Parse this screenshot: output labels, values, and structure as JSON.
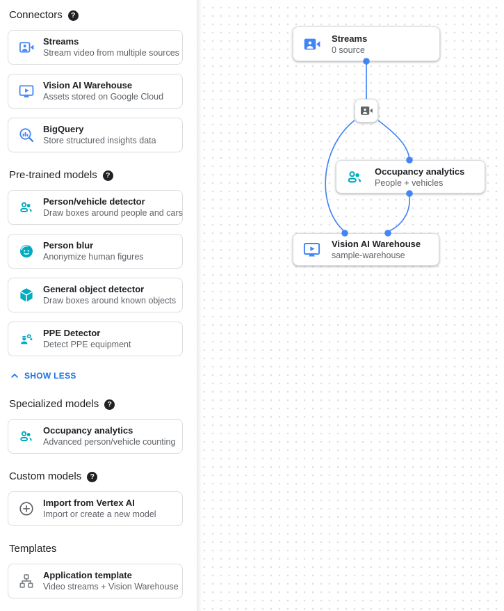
{
  "colors": {
    "accent_blue": "#4285f4",
    "link_blue": "#1a73e8",
    "model_teal": "#00acc1",
    "icon_gray": "#5f6368",
    "title_text": "#202124",
    "secondary_text": "#5f6368",
    "card_border": "#dadce0",
    "canvas_dot": "#dcdcdc"
  },
  "icons": {
    "help_glyph": "?"
  },
  "sidebar": {
    "sections": [
      {
        "title": "Connectors",
        "has_help": true,
        "cards": [
          {
            "icon": "video-camera-icon",
            "title": "Streams",
            "description": "Stream video from multiple sources"
          },
          {
            "icon": "monitor-play-icon",
            "title": "Vision AI Warehouse",
            "description": "Assets stored on Google Cloud"
          },
          {
            "icon": "bigquery-icon",
            "title": "BigQuery",
            "description": "Store structured insights data"
          }
        ]
      },
      {
        "title": "Pre-trained models",
        "has_help": true,
        "cards": [
          {
            "icon": "people-icon",
            "title": "Person/vehicle detector",
            "description": "Draw boxes around people and cars"
          },
          {
            "icon": "face-icon",
            "title": "Person blur",
            "description": "Anonymize human figures"
          },
          {
            "icon": "cube-icon",
            "title": "General object detector",
            "description": "Draw boxes around known objects"
          },
          {
            "icon": "ppe-icon",
            "title": "PPE Detector",
            "description": "Detect PPE equipment"
          }
        ],
        "collapse_link": "SHOW LESS"
      },
      {
        "title": "Specialized models",
        "has_help": true,
        "cards": [
          {
            "icon": "people-icon",
            "title": "Occupancy analytics",
            "description": "Advanced person/vehicle counting"
          }
        ]
      },
      {
        "title": "Custom models",
        "has_help": true,
        "cards": [
          {
            "icon": "add-circle-icon",
            "title": "Import from Vertex AI",
            "description": "Import or create a new model"
          }
        ]
      },
      {
        "title": "Templates",
        "has_help": false,
        "cards": [
          {
            "icon": "app-template-icon",
            "title": "Application template",
            "description": "Video streams + Vision Warehouse"
          }
        ]
      }
    ]
  },
  "canvas": {
    "nodes": {
      "streams": {
        "title": "Streams",
        "subtitle": "0 source"
      },
      "occupancy": {
        "title": "Occupancy analytics",
        "subtitle": "People + vehicles"
      },
      "warehouse": {
        "title": "Vision AI Warehouse",
        "subtitle": "sample-warehouse"
      }
    }
  }
}
